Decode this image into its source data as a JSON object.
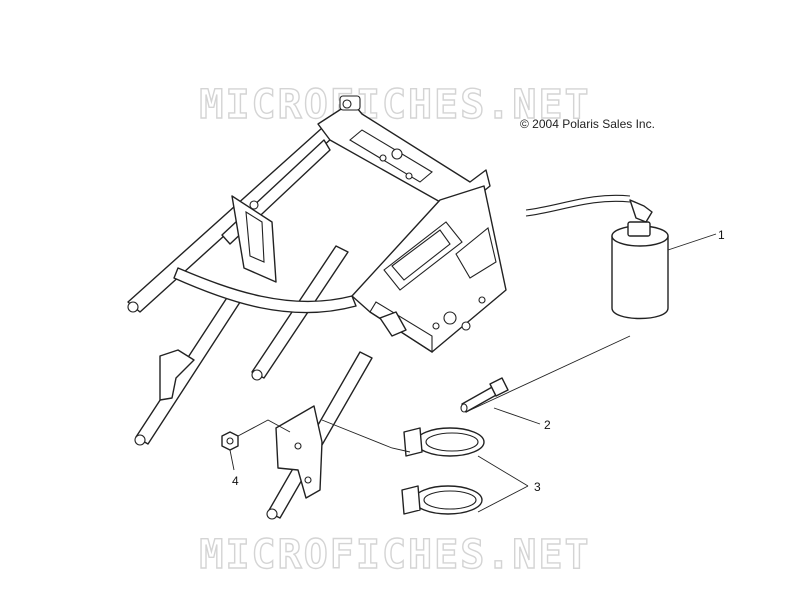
{
  "watermark": {
    "top": "MICROFICHES.NET",
    "bottom": "MICROFICHES.NET"
  },
  "copyright": "© 2004 Polaris Sales Inc.",
  "callouts": {
    "c1": "1",
    "c2": "2",
    "c3": "3",
    "c4": "4"
  }
}
